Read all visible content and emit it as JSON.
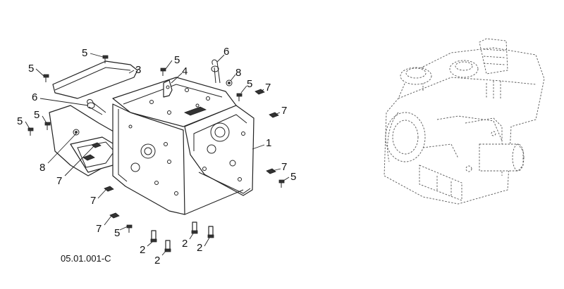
{
  "figure_ref": "05.01.001-C",
  "callouts": [
    {
      "id": "c5a",
      "text": "5"
    },
    {
      "id": "c5b",
      "text": "5"
    },
    {
      "id": "c3",
      "text": "3"
    },
    {
      "id": "c5c",
      "text": "5"
    },
    {
      "id": "c4",
      "text": "4"
    },
    {
      "id": "c6a",
      "text": "6"
    },
    {
      "id": "c8a",
      "text": "8"
    },
    {
      "id": "c5d",
      "text": "5"
    },
    {
      "id": "c7a",
      "text": "7"
    },
    {
      "id": "c6b",
      "text": "6"
    },
    {
      "id": "c7b",
      "text": "7"
    },
    {
      "id": "c5e",
      "text": "5"
    },
    {
      "id": "c5f",
      "text": "5"
    },
    {
      "id": "c1",
      "text": "1"
    },
    {
      "id": "c8b",
      "text": "8"
    },
    {
      "id": "c7c",
      "text": "7"
    },
    {
      "id": "c7d",
      "text": "7"
    },
    {
      "id": "c5g",
      "text": "5"
    },
    {
      "id": "c7e",
      "text": "7"
    },
    {
      "id": "c7f",
      "text": "7"
    },
    {
      "id": "c5h",
      "text": "5"
    },
    {
      "id": "c2a",
      "text": "2"
    },
    {
      "id": "c2b",
      "text": "2"
    },
    {
      "id": "c2c",
      "text": "2"
    },
    {
      "id": "c2d",
      "text": "2"
    }
  ]
}
